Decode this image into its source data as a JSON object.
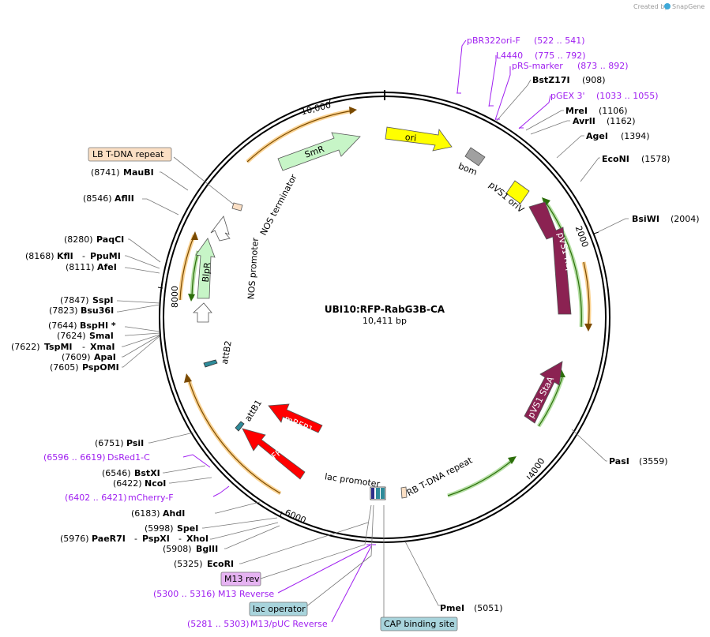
{
  "branding": {
    "created_by": "Created by",
    "product": "SnapGene"
  },
  "plasmid": {
    "name": "UBI10:RFP-RabG3B-CA",
    "length": "10,411 bp"
  },
  "ticks": [
    {
      "label": "2000",
      "pos": 2000
    },
    {
      "label": "4000",
      "pos": 4000
    },
    {
      "label": "6000",
      "pos": 6000
    },
    {
      "label": "8000",
      "pos": 8000
    },
    {
      "label": "10,000",
      "pos": 10000
    }
  ],
  "features": {
    "ori": "ori",
    "smr": "SmR",
    "bom": "bom",
    "pvs1_oriv": "pVS1 oriV",
    "pvs1_repa": "pVS1 RepA",
    "pvs1_stas": "pVS1 StaA",
    "nos_terminator": "NOS terminator",
    "nos_promoter": "NOS promoter",
    "blpr": "BlpR",
    "attb2": "attB2",
    "attb1": "attB1",
    "mrfp1_a": "mRFP1",
    "mrfp1_b": "mRFP1",
    "lac_promoter": "lac promoter",
    "rb_tdna": "RB T-DNA repeat"
  },
  "sites": [
    {
      "name": "BstZ17I",
      "pos": "(908)"
    },
    {
      "name": "MreI",
      "pos": "(1106)"
    },
    {
      "name": "AvrII",
      "pos": "(1162)"
    },
    {
      "name": "AgeI",
      "pos": "(1394)"
    },
    {
      "name": "EcoNI",
      "pos": "(1578)"
    },
    {
      "name": "BsiWI",
      "pos": "(2004)"
    },
    {
      "name": "PasI",
      "pos": "(3559)"
    },
    {
      "name": "PmeI",
      "pos": "(5051)"
    },
    {
      "name": "EcoRI",
      "pos": "(5325)"
    },
    {
      "name": "BglII",
      "pos": "(5908)"
    },
    {
      "name": "PaeR7I",
      "pos": "(5976)",
      "name2": "PspXI",
      "name3": "XhoI"
    },
    {
      "name": "SpeI",
      "pos": "(5998)"
    },
    {
      "name": "AhdI",
      "pos": "(6183)"
    },
    {
      "name": "NcoI",
      "pos": "(6422)"
    },
    {
      "name": "BstXI",
      "pos": "(6546)"
    },
    {
      "name": "PsiI",
      "pos": "(6751)"
    },
    {
      "name": "PspOMI",
      "pos": "(7605)"
    },
    {
      "name": "ApaI",
      "pos": "(7609)"
    },
    {
      "name": "TspMI",
      "pos": "(7622)",
      "name2": "XmaI"
    },
    {
      "name": "SmaI",
      "pos": "(7624)"
    },
    {
      "name": "BspHI *",
      "pos": "(7644)"
    },
    {
      "name": "Bsu36I",
      "pos": "(7823)"
    },
    {
      "name": "SspI",
      "pos": "(7847)"
    },
    {
      "name": "AfeI",
      "pos": "(8111)"
    },
    {
      "name": "KflI",
      "pos": "(8168)",
      "name2": "PpuMI"
    },
    {
      "name": "PaqCI",
      "pos": "(8280)"
    },
    {
      "name": "AflII",
      "pos": "(8546)"
    },
    {
      "name": "MauBI",
      "pos": "(8741)"
    }
  ],
  "primers": [
    {
      "name": "pBR322ori-F",
      "range": "(522 .. 541)"
    },
    {
      "name": "L4440",
      "range": "(775 .. 792)"
    },
    {
      "name": "pRS-marker",
      "range": "(873 .. 892)"
    },
    {
      "name": "pGEX 3'",
      "range": "(1033 .. 1055)"
    },
    {
      "name": "DsRed1-C",
      "range": "(6596 .. 6619)"
    },
    {
      "name": "mCherry-F",
      "range": "(6402 .. 6421)"
    },
    {
      "name": "M13 Reverse",
      "range": "(5300 .. 5316)"
    },
    {
      "name": "M13/pUC Reverse",
      "range": "(5281 .. 5303)"
    }
  ],
  "boxed_features": {
    "lb_tdna": "LB T-DNA repeat",
    "m13_rev": "M13 rev",
    "lac_operator": "lac operator",
    "cap_site": "CAP binding site"
  },
  "colors": {
    "ori": "#ffff00",
    "smr": "#c7f5c7",
    "bom": "#a0a0a0",
    "repa": "#8b2252",
    "mrfp": "#ff0000",
    "attb": "#2e8b9a",
    "blpr": "#c7f5c7",
    "primer": "#a020f0",
    "box_orange": "#fbdfc4",
    "box_purple": "#e6b3f2",
    "box_teal": "#a8d4dc",
    "orf_orange": "#f5a623",
    "orf_green": "#6cc24a"
  }
}
